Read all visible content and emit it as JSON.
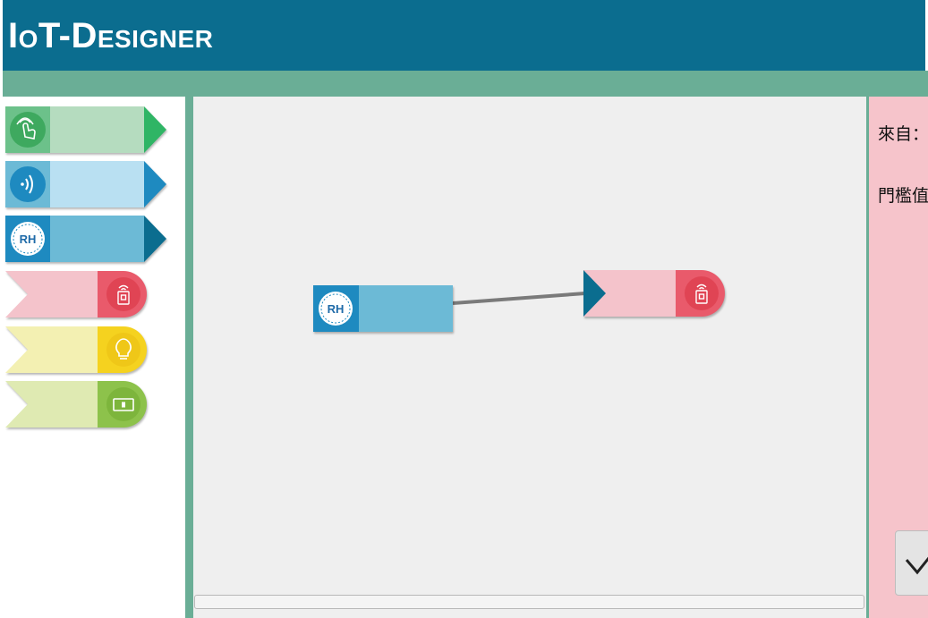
{
  "app": {
    "title": "IoT-Designer"
  },
  "palette": [
    {
      "name": "touch-sensor",
      "icon": "touch-icon",
      "kind": "input",
      "fill": "#b5dcbf",
      "accent": "#2fb565",
      "iconbg": "#57b870"
    },
    {
      "name": "sound-sensor",
      "icon": "sound-wave-icon",
      "kind": "input",
      "fill": "#b9e0f2",
      "accent": "#1e8ac0",
      "iconbg": "#1e8ac0"
    },
    {
      "name": "humidity-sensor",
      "icon": "humidity-rh-icon",
      "kind": "input",
      "fill": "#6cbad6",
      "accent": "#0b6d8f",
      "iconbg": "#1e8ac0"
    },
    {
      "name": "remote-alarm-actuator",
      "icon": "remote-device-icon",
      "kind": "output",
      "fill": "#f4c3cb",
      "accent": "#e95a6b",
      "iconbg": "#e95a6b"
    },
    {
      "name": "light-bulb-actuator",
      "icon": "light-bulb-icon",
      "kind": "output",
      "fill": "#f3f0b2",
      "accent": "#f5d21f",
      "iconbg": "#f5d21f"
    },
    {
      "name": "display-actuator",
      "icon": "display-icon",
      "kind": "output",
      "fill": "#dfeab2",
      "accent": "#8dc24b",
      "iconbg": "#8dc24b"
    }
  ],
  "canvas": {
    "source_node": {
      "name": "humidity-sensor",
      "icon": "humidity-rh-icon"
    },
    "target_node": {
      "name": "remote-alarm-actuator",
      "icon": "remote-device-icon"
    },
    "connection": {
      "color": "#7a7a7a"
    }
  },
  "properties": {
    "from_label": "來自：",
    "threshold_label": "門檻值",
    "confirm_icon": "checkmark-icon"
  }
}
